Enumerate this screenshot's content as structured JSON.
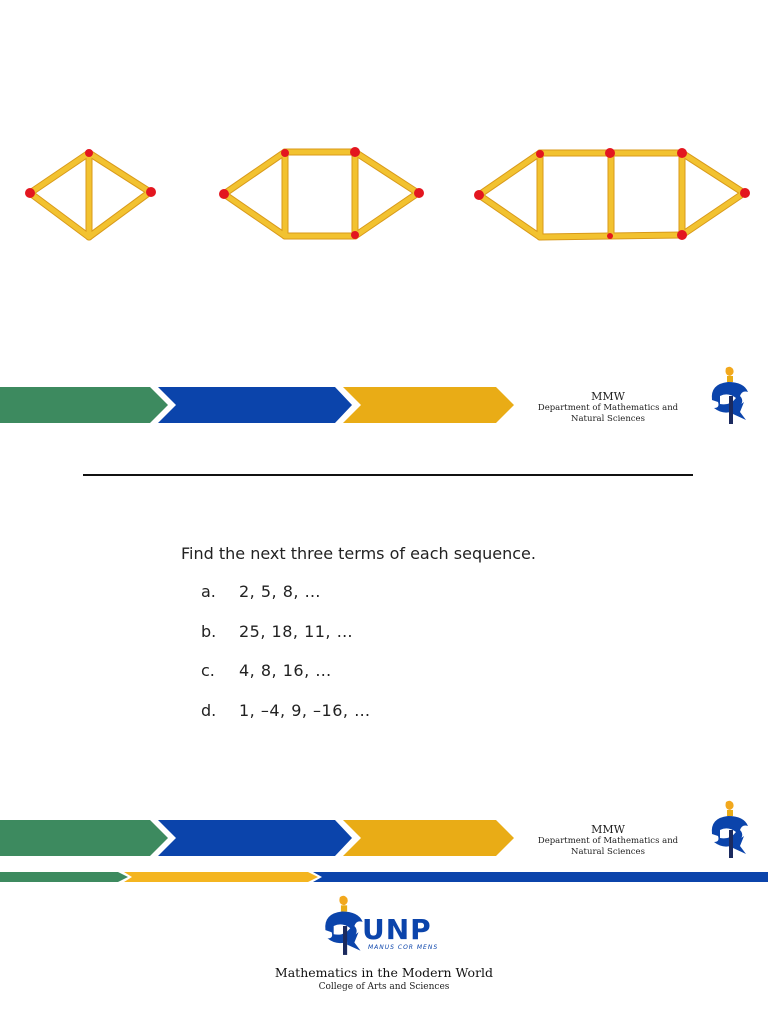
{
  "header": {
    "course": "MMW",
    "department": "Department of Mathematics and Natural Sciences"
  },
  "question": {
    "prompt": "Find the next three terms of each sequence.",
    "items": [
      {
        "label": "a.",
        "sequence": "2, 5, 8, …"
      },
      {
        "label": "b.",
        "sequence": "25, 18, 11, …"
      },
      {
        "label": "c.",
        "sequence": "4, 8, 16, …"
      },
      {
        "label": "d.",
        "sequence": "1, –4, 9, –16, …"
      }
    ]
  },
  "footer": {
    "university": "UNP",
    "motto": "MANUS COR MENS",
    "title": "Mathematics in the Modern World",
    "college": "College of Arts and Sciences"
  },
  "colors": {
    "green": "#3d8a5f",
    "blue": "#0b44ab",
    "gold": "#e9ac16",
    "match_stick": "#f2c230",
    "match_head": "#e3161f"
  },
  "icons": [
    "matchstick-figure",
    "unp-mascot-logo"
  ]
}
